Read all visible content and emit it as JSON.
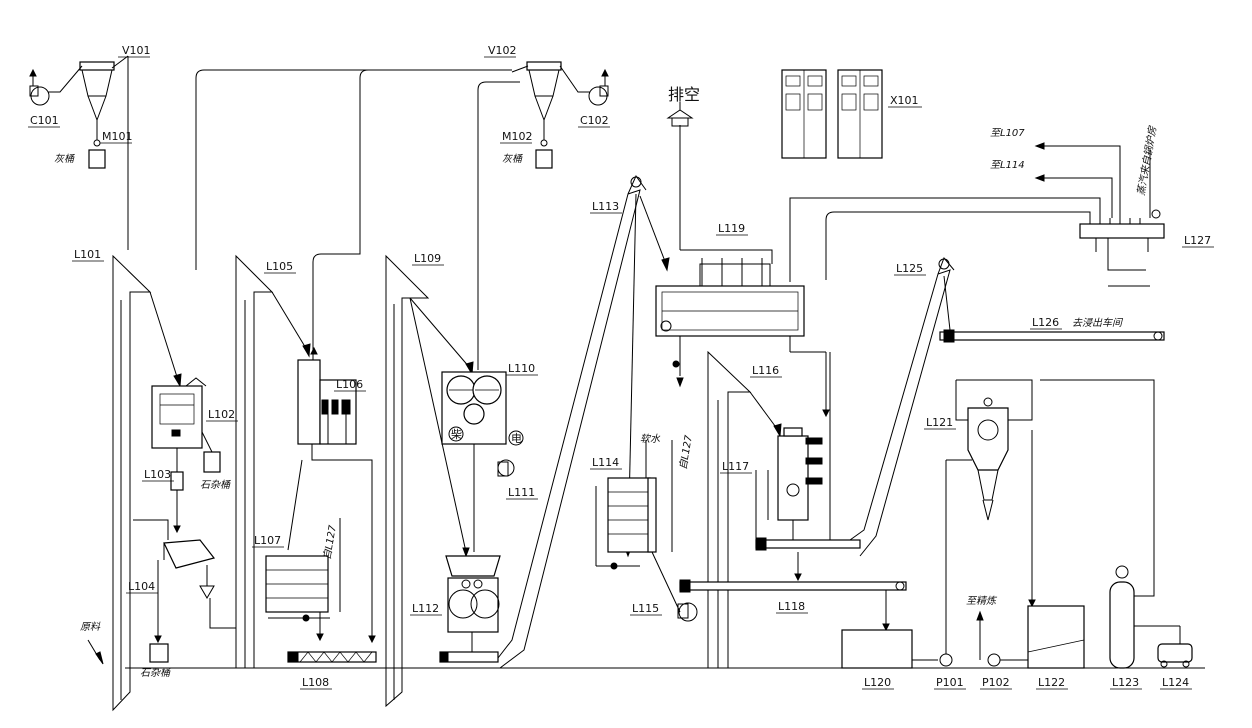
{
  "tags": [
    {
      "id": "tag-v101",
      "text": "V101"
    },
    {
      "id": "tag-c101",
      "text": "C101"
    },
    {
      "id": "tag-m101",
      "text": "M101"
    },
    {
      "id": "tag-v102",
      "text": "V102"
    },
    {
      "id": "tag-m102",
      "text": "M102"
    },
    {
      "id": "tag-c102",
      "text": "C102"
    },
    {
      "id": "tag-x101",
      "text": "X101"
    },
    {
      "id": "tag-l101",
      "text": "L101"
    },
    {
      "id": "tag-l102",
      "text": "L102"
    },
    {
      "id": "tag-l103",
      "text": "L103"
    },
    {
      "id": "tag-l104",
      "text": "L104"
    },
    {
      "id": "tag-l105",
      "text": "L105"
    },
    {
      "id": "tag-l106",
      "text": "L106"
    },
    {
      "id": "tag-l107",
      "text": "L107"
    },
    {
      "id": "tag-l108",
      "text": "L108"
    },
    {
      "id": "tag-l109",
      "text": "L109"
    },
    {
      "id": "tag-l110",
      "text": "L110"
    },
    {
      "id": "tag-l111",
      "text": "L111"
    },
    {
      "id": "tag-l112",
      "text": "L112"
    },
    {
      "id": "tag-l113",
      "text": "L113"
    },
    {
      "id": "tag-l114",
      "text": "L114"
    },
    {
      "id": "tag-l115",
      "text": "L115"
    },
    {
      "id": "tag-l116",
      "text": "L116"
    },
    {
      "id": "tag-l117",
      "text": "L117"
    },
    {
      "id": "tag-l118",
      "text": "L118"
    },
    {
      "id": "tag-l119",
      "text": "L119"
    },
    {
      "id": "tag-l120",
      "text": "L120"
    },
    {
      "id": "tag-l121",
      "text": "L121"
    },
    {
      "id": "tag-l122",
      "text": "L122"
    },
    {
      "id": "tag-l123",
      "text": "L123"
    },
    {
      "id": "tag-l124",
      "text": "L124"
    },
    {
      "id": "tag-l125",
      "text": "L125"
    },
    {
      "id": "tag-l126",
      "text": "L126"
    },
    {
      "id": "tag-l127",
      "text": "L127"
    },
    {
      "id": "tag-p101",
      "text": "P101"
    },
    {
      "id": "tag-p102",
      "text": "P102"
    }
  ],
  "notes": {
    "vent": "排空",
    "to_l107": "至L107",
    "to_l114": "至L114",
    "steam_in": "蒸汽来自锅炉房",
    "ash_bin_1": "灰桶",
    "ash_bin_2": "灰桶",
    "impurity_bin_1": "石杂桶",
    "impurity_bin_2": "石杂桶",
    "raw_material": "原料",
    "from_l127_a": "自L127",
    "from_l127_b": "自L127",
    "water_in": "软水",
    "to_workshop": "去浸出车间",
    "to_refinery": "至精炼",
    "fuel": "柴",
    "motor": "电"
  }
}
